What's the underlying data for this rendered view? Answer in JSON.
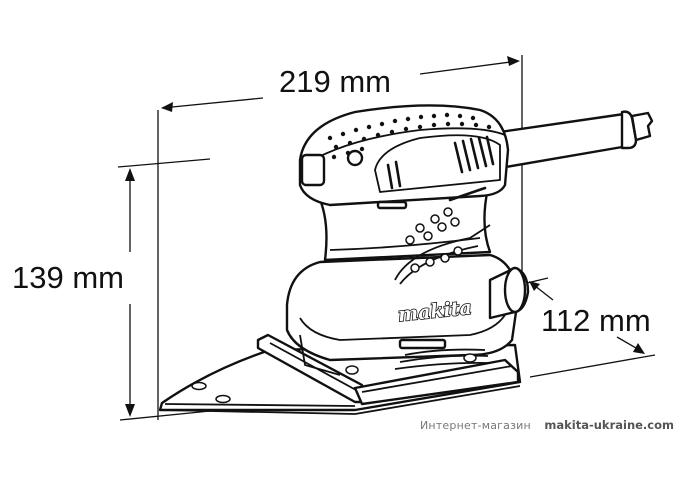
{
  "diagram": {
    "subject": "Makita orbital sander dimensions drawing",
    "brand_logo": "makita",
    "dimensions": {
      "width": {
        "value": 219,
        "unit": "mm",
        "label": "219 mm"
      },
      "height": {
        "value": 139,
        "unit": "mm",
        "label": "139 mm"
      },
      "depth": {
        "value": 112,
        "unit": "mm",
        "label": "112 mm"
      }
    },
    "colors": {
      "line": "#111111",
      "background": "#ffffff",
      "footer_text": "#777777",
      "footer_site": "#555555"
    }
  },
  "footer": {
    "shop_label": "Интернет-магазин",
    "site_label": "makita-ukraine.com"
  }
}
